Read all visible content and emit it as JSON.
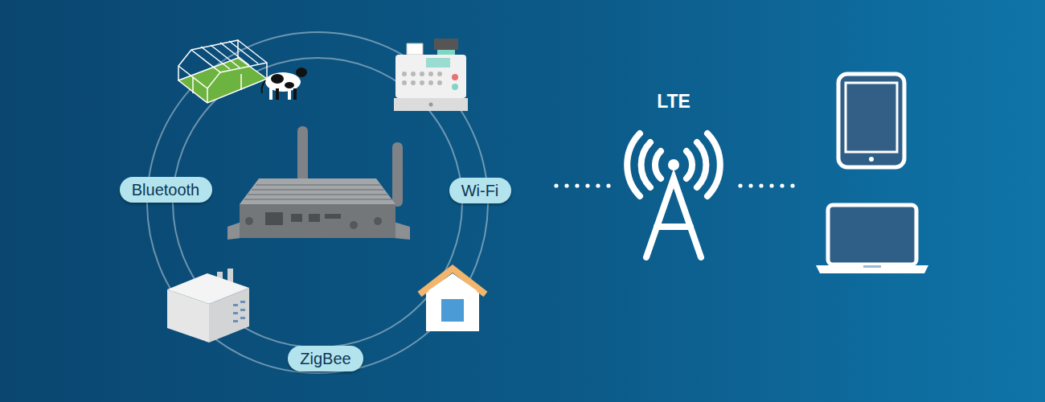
{
  "diagram": {
    "nodes": [
      {
        "text": [
          "Bluetooth"
        ]
      },
      {
        "text": [
          "Wi-Fi"
        ]
      },
      {
        "text": [
          "ZigBee"
        ]
      }
    ],
    "labels": [
      "LTE"
    ]
  }
}
